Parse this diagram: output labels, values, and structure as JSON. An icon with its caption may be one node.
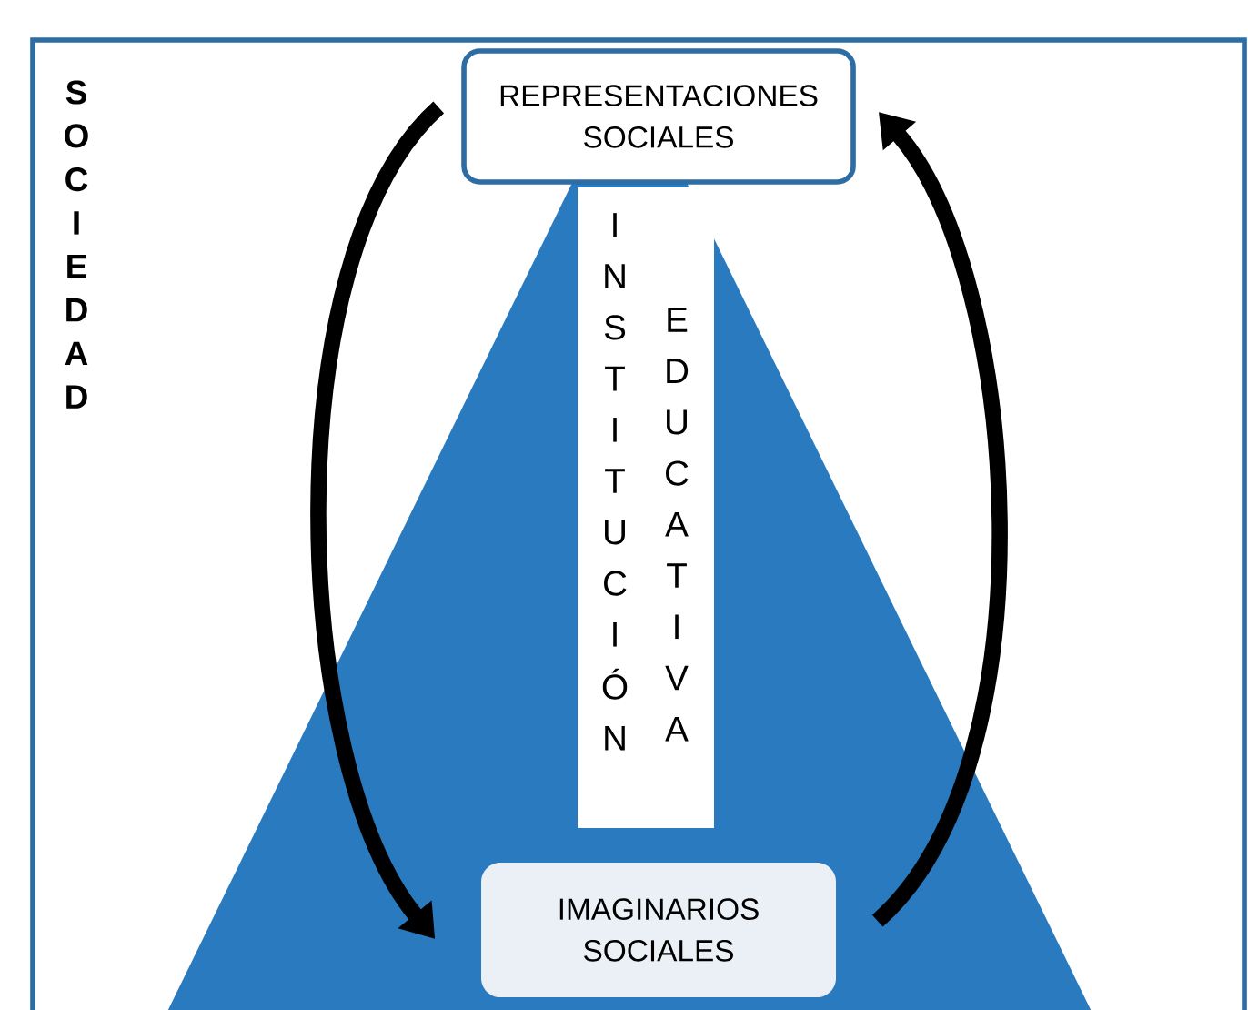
{
  "diagram": {
    "nodes": [
      {
        "text": [
          "SOCIEDAD"
        ]
      },
      {
        "text": [
          "REPRESENTACIONES SOCIALES"
        ],
        "in": 0
      },
      {
        "text": [],
        "shape": "triangle",
        "in": 0
      },
      {
        "text": [
          "INSTITUCIÓN",
          "EDUCATIVA"
        ],
        "in": 2
      },
      {
        "text": [
          "IMAGINARIOS SOCIALES"
        ],
        "in": 2
      }
    ],
    "edges": [
      {
        "from": 1,
        "to": 4,
        "arrow": "to"
      },
      {
        "from": 4,
        "to": 1,
        "arrow": "to"
      }
    ]
  }
}
